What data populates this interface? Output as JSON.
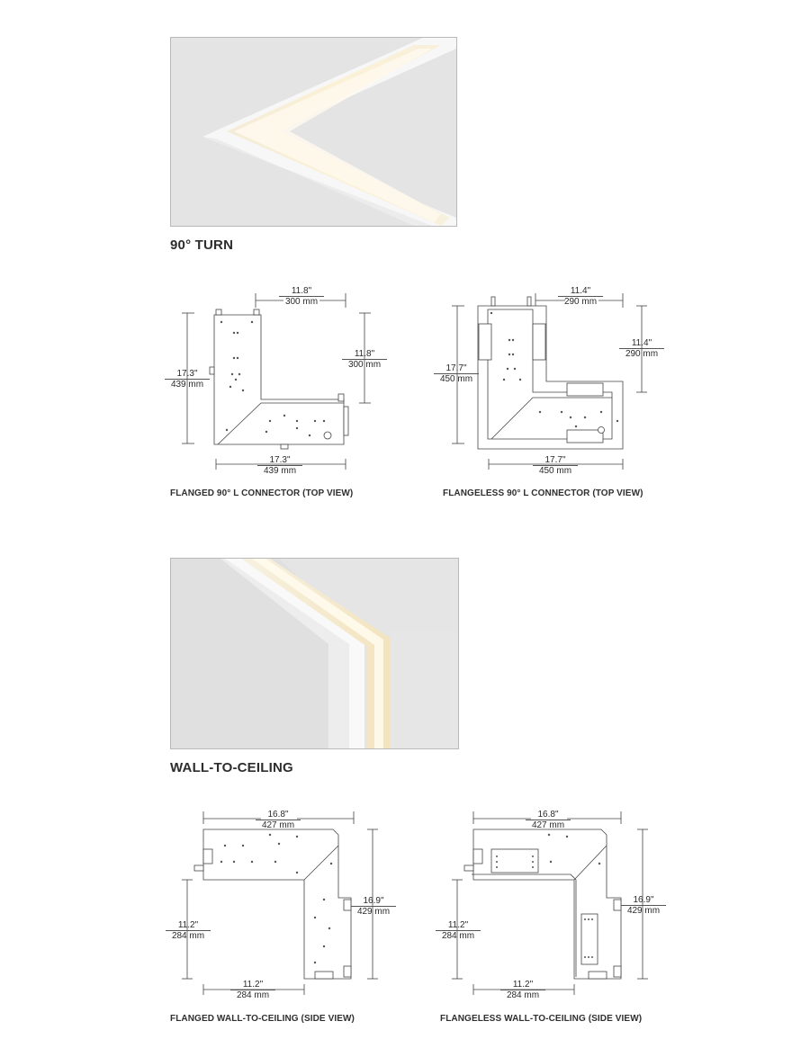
{
  "sections": [
    {
      "heading": "90° TURN",
      "drawings": [
        {
          "caption": "FLANGED 90° L CONNECTOR (TOP VIEW)",
          "dims": {
            "top": {
              "in": "11.8\"",
              "mm": "300 mm"
            },
            "right": {
              "in": "11.8\"",
              "mm": "300 mm"
            },
            "left": {
              "in": "17.3\"",
              "mm": "439 mm"
            },
            "bottom": {
              "in": "17.3\"",
              "mm": "439 mm"
            }
          }
        },
        {
          "caption": "FLANGELESS 90° L CONNECTOR (TOP VIEW)",
          "dims": {
            "top": {
              "in": "11.4\"",
              "mm": "290 mm"
            },
            "right": {
              "in": "11.4\"",
              "mm": "290 mm"
            },
            "left": {
              "in": "17.7\"",
              "mm": "450 mm"
            },
            "bottom": {
              "in": "17.7\"",
              "mm": "450 mm"
            }
          }
        }
      ]
    },
    {
      "heading": "WALL-TO-CEILING",
      "drawings": [
        {
          "caption": "FLANGED WALL-TO-CEILING (SIDE VIEW)",
          "dims": {
            "top": {
              "in": "16.8\"",
              "mm": "427 mm"
            },
            "right": {
              "in": "16.9\"",
              "mm": "429 mm"
            },
            "left": {
              "in": "11.2\"",
              "mm": "284 mm"
            },
            "bottom": {
              "in": "11.2\"",
              "mm": "284 mm"
            }
          }
        },
        {
          "caption": "FLANGELESS WALL-TO-CEILING (SIDE VIEW)",
          "dims": {
            "top": {
              "in": "16.8\"",
              "mm": "427 mm"
            },
            "right": {
              "in": "16.9\"",
              "mm": "429 mm"
            },
            "left": {
              "in": "11.2\"",
              "mm": "284 mm"
            },
            "bottom": {
              "in": "11.2\"",
              "mm": "284 mm"
            }
          }
        }
      ]
    }
  ]
}
